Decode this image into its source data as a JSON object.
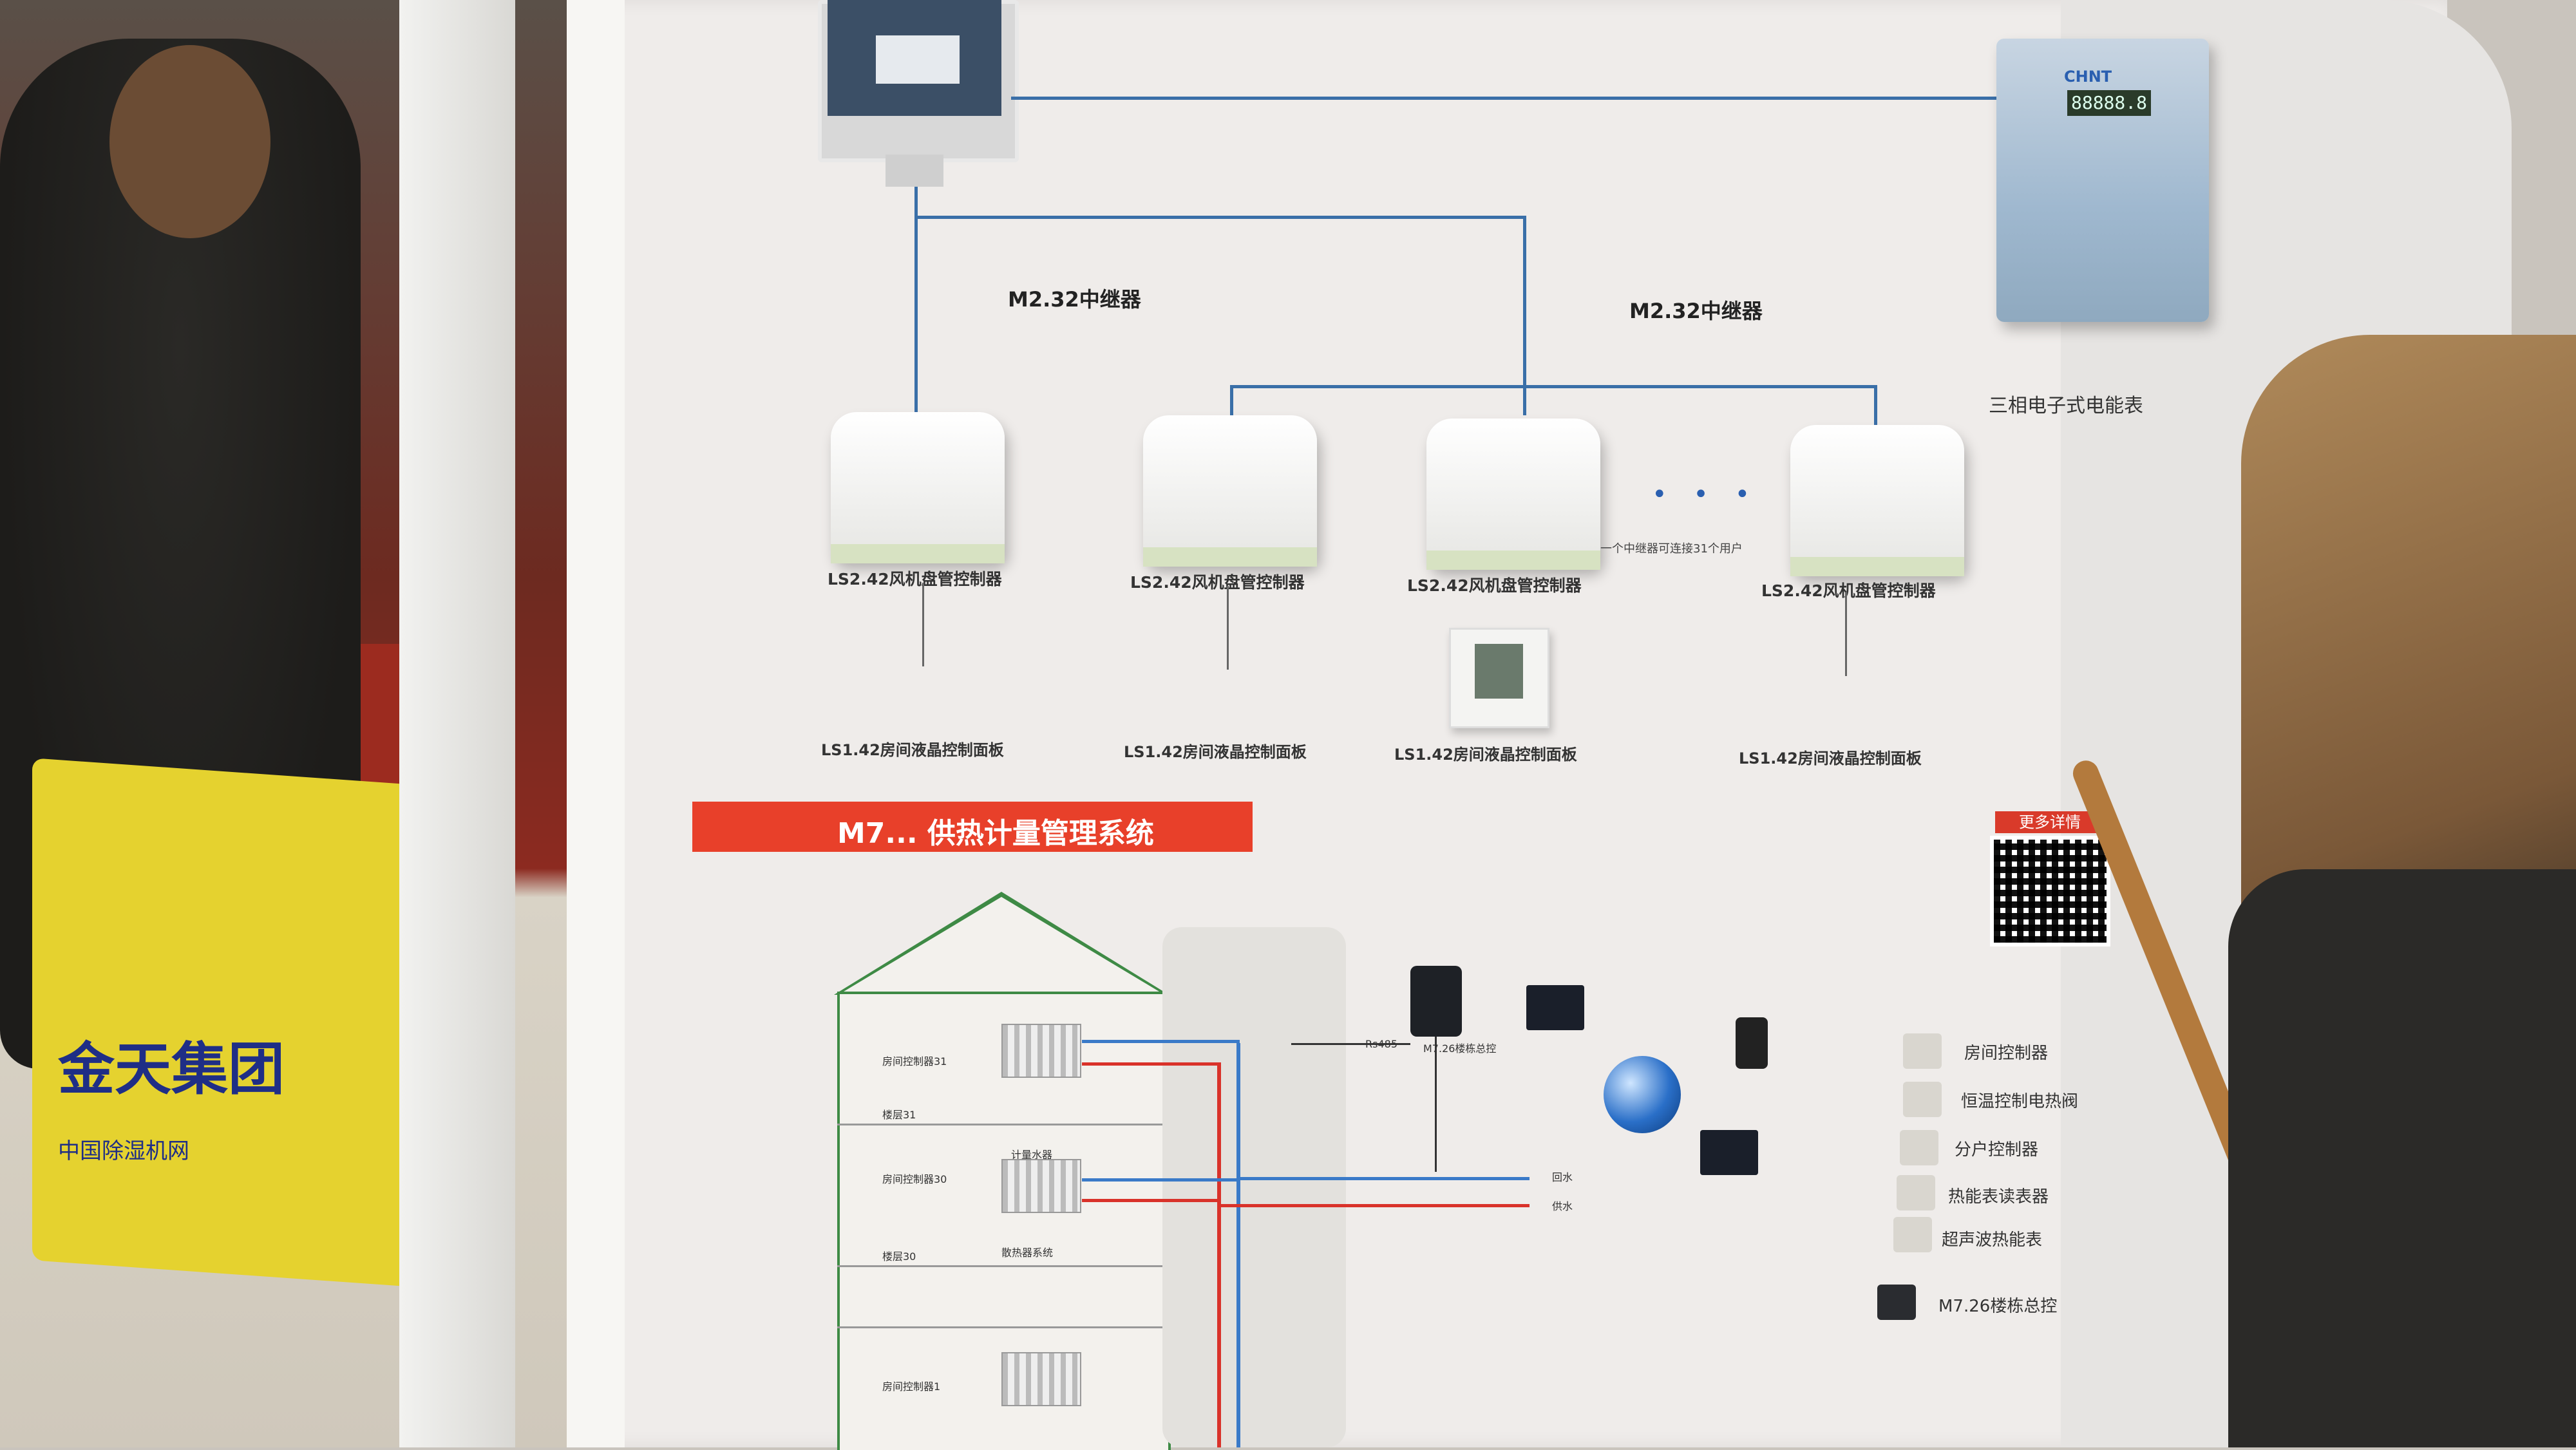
{
  "repeaters": [
    {
      "label": "M2.32中继器"
    },
    {
      "label": "M2.32中继器"
    }
  ],
  "controllers": [
    {
      "label": "LS2.42风机盘管控制器"
    },
    {
      "label": "LS2.42风机盘管控制器"
    },
    {
      "label": "LS2.42风机盘管控制器"
    },
    {
      "label": "LS2.42风机盘管控制器"
    }
  ],
  "panels": [
    {
      "label": "LS1.42房间液晶控制面板"
    },
    {
      "label": "LS1.42房间液晶控制面板"
    },
    {
      "label": "LS1.42房间液晶控制面板"
    },
    {
      "label": "LS1.42房间液晶控制面板"
    }
  ],
  "repeater_note": "一个中继器可连接31个用户",
  "ellipsis": "• • •",
  "meter": {
    "brand": "CHNT",
    "display": "88888.8",
    "label": "三相电子式电能表"
  },
  "banner": {
    "title": "M7... 供热计量管理系统",
    "color": "#e8402a"
  },
  "qr": {
    "label": "更多详情"
  },
  "legend": [
    {
      "label": "房间控制器"
    },
    {
      "label": "恒温控制电热阀"
    },
    {
      "label": "分户控制器"
    },
    {
      "label": "热能表读表器"
    },
    {
      "label": "超声波热能表"
    },
    {
      "label": "M7.26楼栋总控"
    }
  ],
  "diagram": {
    "floor_top": "楼层31",
    "floor_mid": "楼层30",
    "room_ctrl_31": "房间控制器31",
    "room_ctrl_30": "房间控制器30",
    "room_ctrl_1": "房间控制器1",
    "meter_label": "计量水器",
    "radiator_label": "散热器系统",
    "return_water": "回水",
    "supply_water": "供水",
    "gateway_label": "M7.26楼栋总控",
    "rs485": "Rs485"
  },
  "bag": {
    "brand": "金天集团",
    "site": "中国除湿机网"
  }
}
